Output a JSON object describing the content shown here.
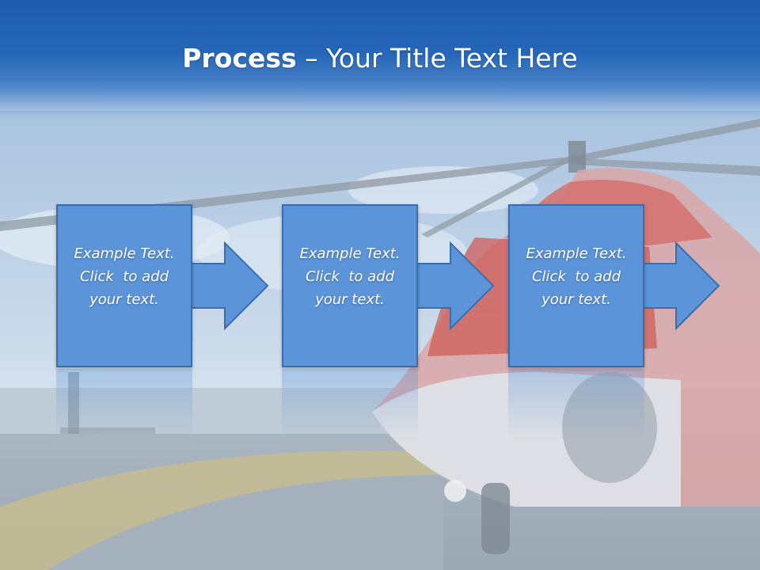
{
  "slide": {
    "title_bold": "Process",
    "title_rest": " – Your Title Text Here",
    "steps": [
      {
        "line1": "Example Text.",
        "line2": "Click  to add",
        "line3": "your text."
      },
      {
        "line1": "Example Text.",
        "line2": "Click  to add",
        "line3": "your text."
      },
      {
        "line1": "Example Text.",
        "line2": "Click  to add",
        "line3": "your text."
      }
    ]
  },
  "colors": {
    "header_blue": "#1e5cad",
    "box_blue": "#5b94d8",
    "box_border": "#3b6dab",
    "title_text": "#ffffff"
  }
}
